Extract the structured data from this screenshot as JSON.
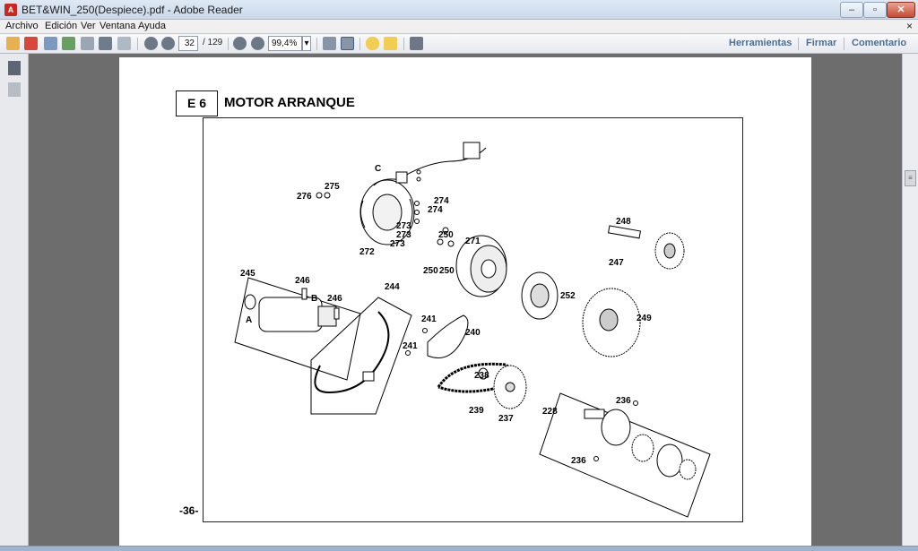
{
  "window": {
    "title": "BET&WIN_250(Despiece).pdf - Adobe Reader",
    "app_icon": "acrobat-icon"
  },
  "menubar": {
    "items": [
      "Archivo",
      "Edición",
      "Ver",
      "Ventana",
      "Ayuda"
    ],
    "close_glyph": "×"
  },
  "toolbar": {
    "page_current": "32",
    "page_total": "/ 129",
    "zoom": "99,4%",
    "links": [
      "Herramientas",
      "Firmar",
      "Comentario"
    ]
  },
  "page": {
    "section_code": "E 6",
    "section_title": "MOTOR ARRANQUE",
    "page_number": "-36-"
  },
  "diagram": {
    "callouts": [
      "275",
      "276",
      "C",
      "274",
      "274",
      "273",
      "273",
      "273",
      "272",
      "250",
      "250",
      "250",
      "271",
      "248",
      "247",
      "245",
      "246",
      "246",
      "B",
      "A",
      "244",
      "241",
      "241",
      "240",
      "252",
      "249",
      "238",
      "239",
      "237",
      "236",
      "236",
      "228"
    ]
  }
}
